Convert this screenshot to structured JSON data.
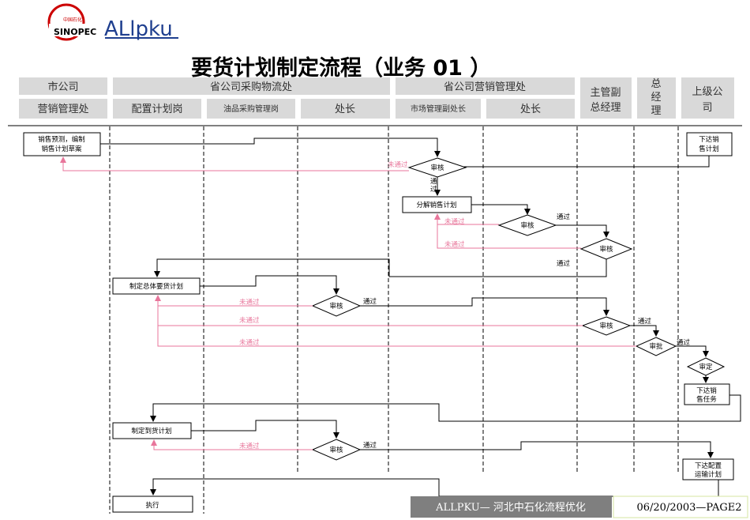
{
  "brand": {
    "sinopec_text": "SINOPEC",
    "sinopec_cn": "中国石化",
    "allpku": "ALlpku"
  },
  "title": "要货计划制定流程（业务 01 ）",
  "header": {
    "top": [
      "市公司",
      "省公司采购物流处",
      "省公司营销管理处",
      "主管副总经理",
      "总经理",
      "上级公司"
    ],
    "sub": [
      "营销管理处",
      "配置计划岗",
      "油品采购管理岗",
      "处长",
      "市场管理副处长",
      "处长"
    ]
  },
  "nodes": {
    "n1": "销售预测，编制销售计划草案",
    "n1a": "销售预测，编制",
    "n1b": "销售计划草案",
    "sup1a": "下达销",
    "sup1b": "售计划",
    "split": "分解销售计划",
    "total": "制定总体要货计划",
    "sup2a": "下达销",
    "sup2b": "售任务",
    "arrive": "制定到货计划",
    "sup3a": "下达配置",
    "sup3b": "运输计划",
    "exec": "执行"
  },
  "decisions": {
    "review": "审核",
    "approve": "审批",
    "confirm": "审定"
  },
  "labels": {
    "pass": "通过",
    "fail": "未通过",
    "pass_v1": "通",
    "pass_v2": "过"
  },
  "footer": {
    "left": "ALLPKU— 河北中石化流程优化",
    "right": "06/20/2003—PAGE2"
  },
  "colors": {
    "reject": "#e8769b",
    "header_bg": "#d9d9d9",
    "footer_bg": "#7f7f7f",
    "brand": "#1f3f8f"
  }
}
